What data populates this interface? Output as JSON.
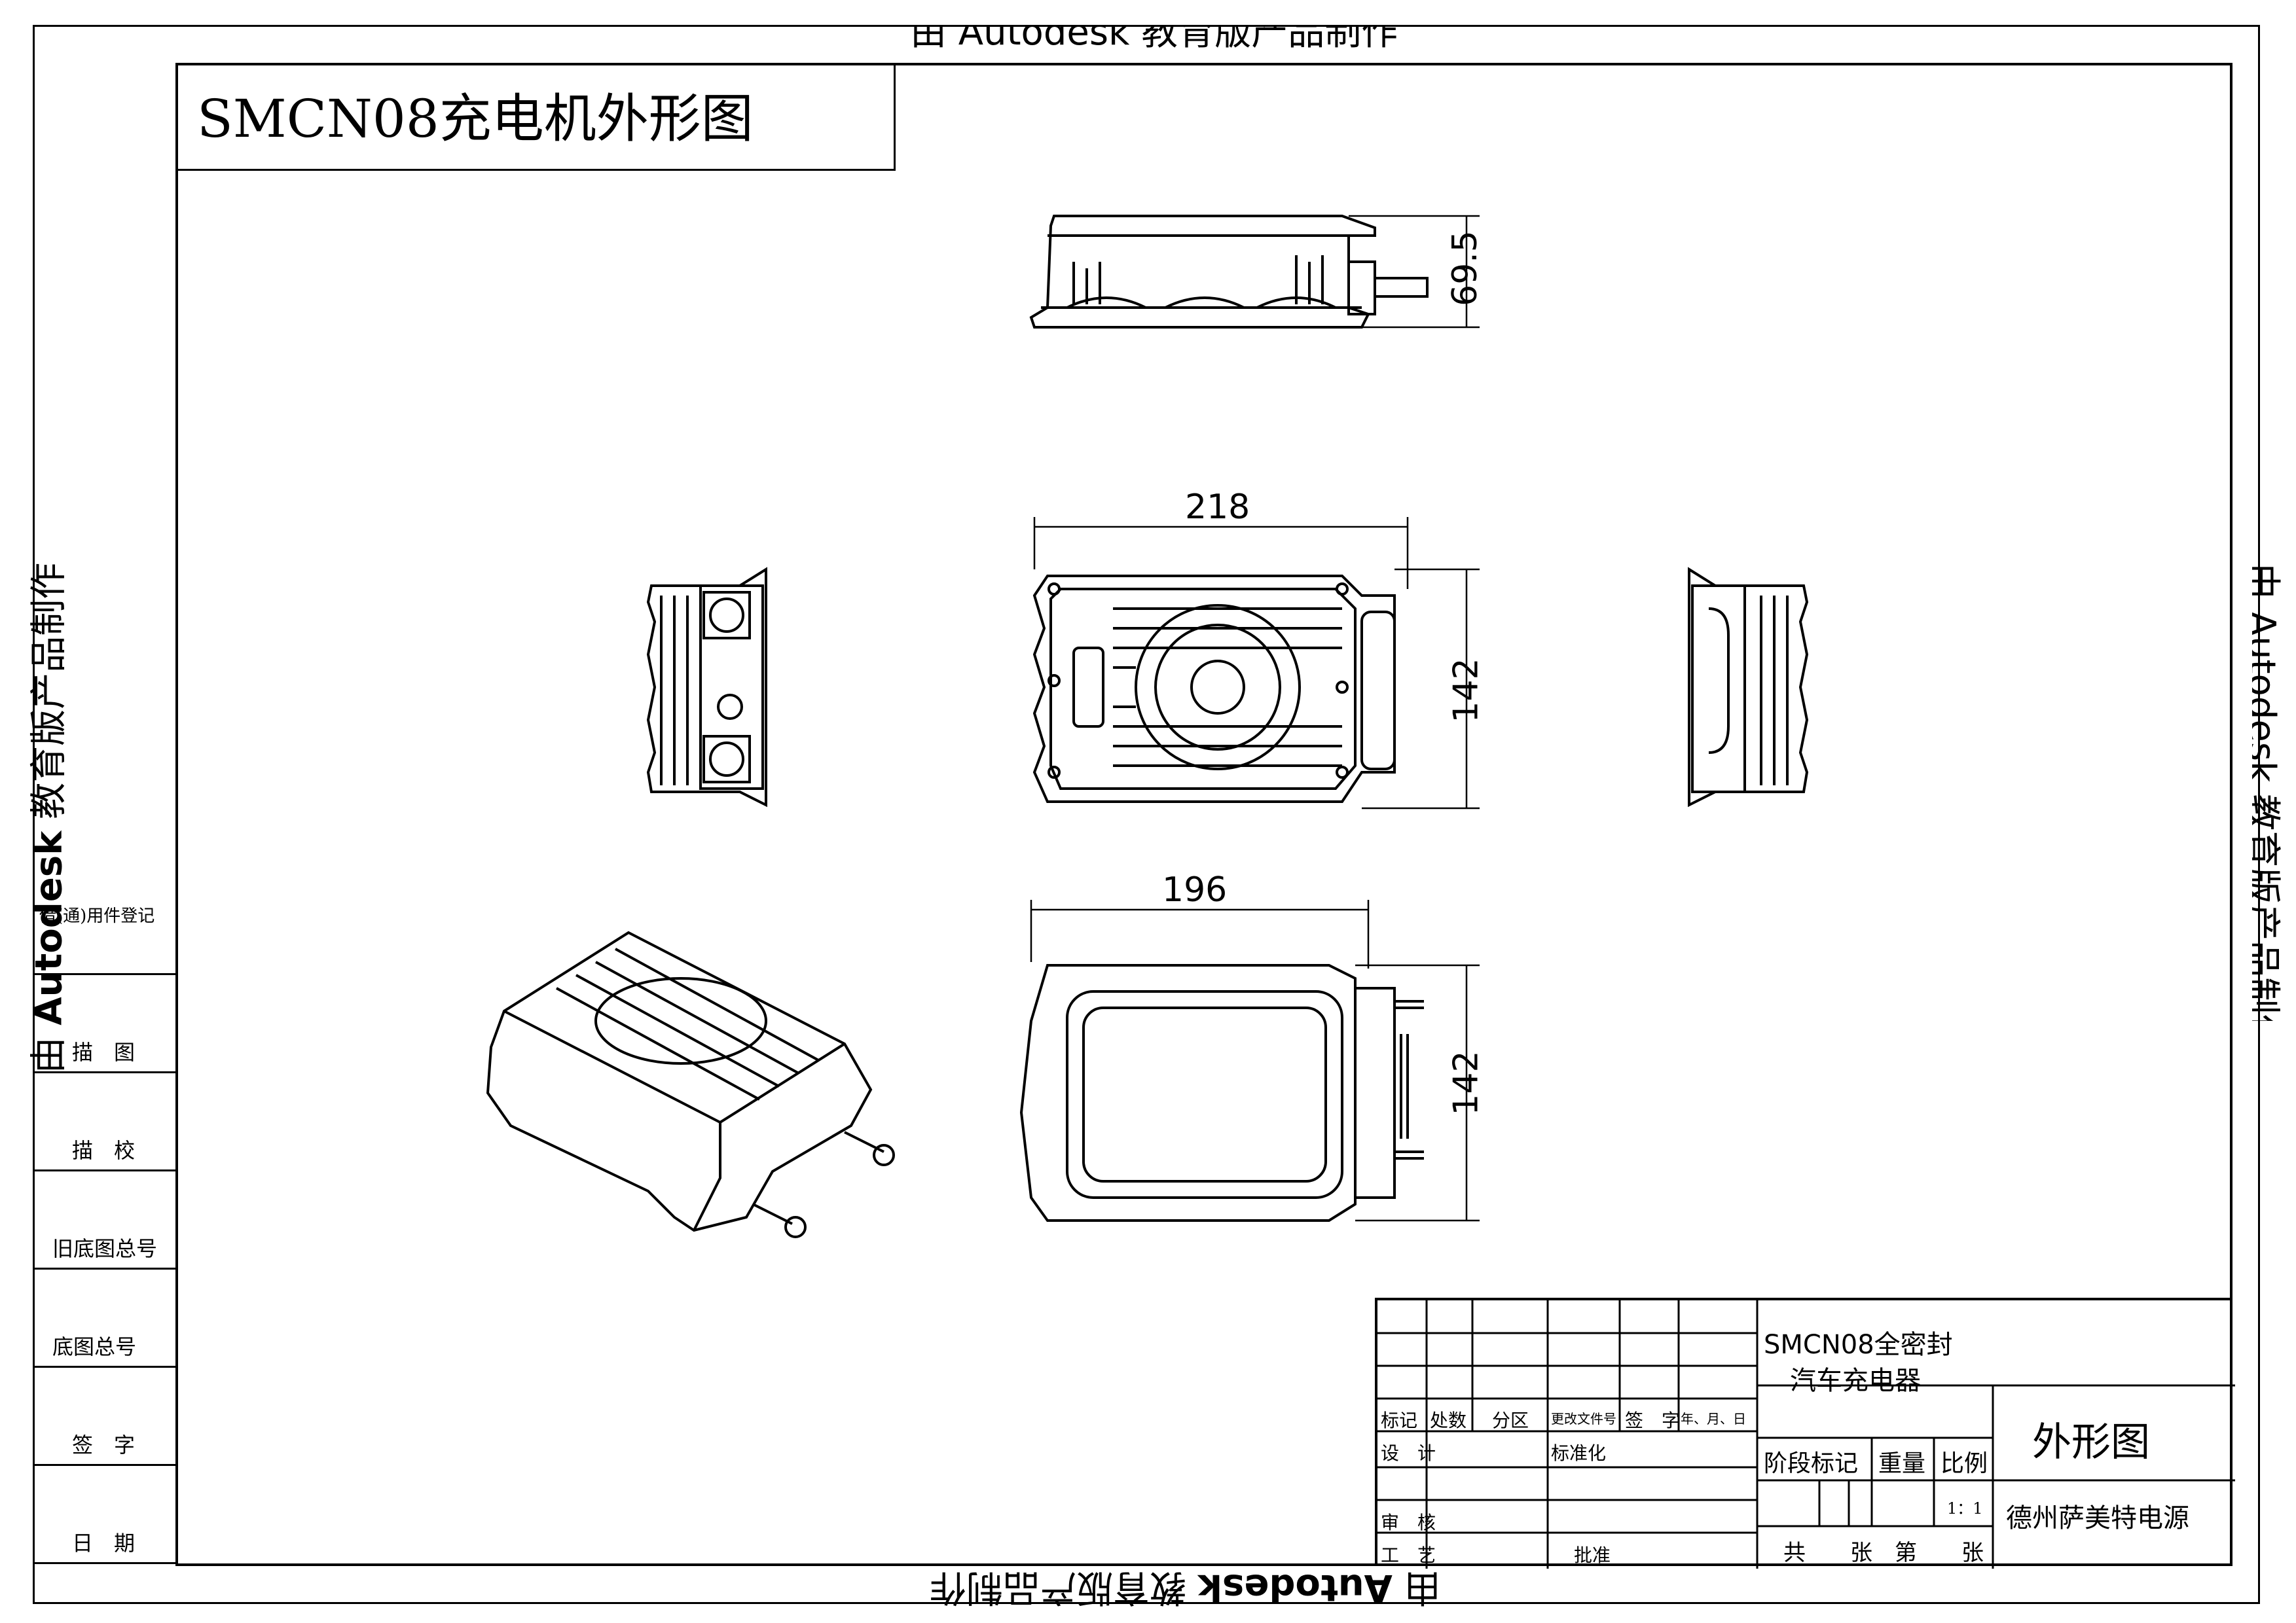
{
  "drawing_title": "SMCN08充电机外形图",
  "watermark": {
    "prefix": "由",
    "brand": "Autodesk",
    "suffix": "教育版产品制作",
    "top_fragment": "由 Autodesk 教育版产品制作"
  },
  "dimensions": {
    "top_height": "69.5",
    "front_width": "218",
    "front_height": "142",
    "bottom_width": "196",
    "bottom_height": "142"
  },
  "side_table": {
    "items": [
      "借(通)用件登记",
      "描　图",
      "描　校",
      "旧底图总号",
      "底图总号",
      "签　字",
      "日　期"
    ]
  },
  "title_block": {
    "product_name_line1": "SMCN08全密封",
    "product_name_line2": "汽车充电器",
    "drawing_name": "外形图",
    "company": "德州萨美特电源",
    "stage_mark": "阶段标记",
    "weight": "重量",
    "scale_label": "比例",
    "scale_value": "1：1",
    "sheet_info": "共　　张　第　　张",
    "headers": [
      "标记",
      "处数",
      "分区",
      "更改文件号",
      "签　字",
      "年、月、日"
    ],
    "row_design": "设　计",
    "row_standard": "标准化",
    "row_review": "审　核",
    "row_process": "工　艺",
    "row_approve": "批准"
  }
}
